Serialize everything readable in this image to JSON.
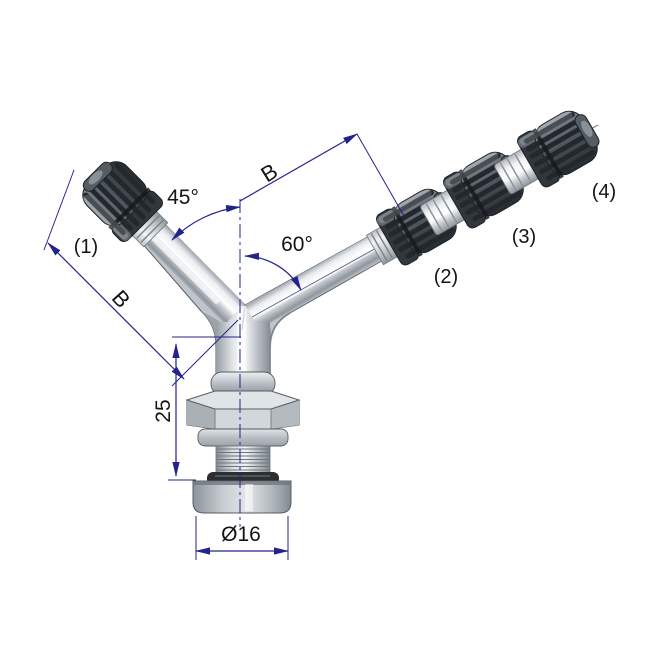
{
  "drawing": {
    "kind": "technical-dimension-drawing",
    "subject": "Y-shaped dual tire valve stem with exploded valve caps",
    "colors": {
      "background": "#ffffff",
      "dimension_line": "#23238E",
      "text": "#141414",
      "chrome_light": "#f2f4f5",
      "chrome_mid": "#9aa2a9",
      "cap_dark": "#2b3035"
    },
    "dimensions": {
      "angle_left": "45°",
      "angle_right": "60°",
      "arm_length_top": "B",
      "arm_length_left": "B",
      "stem_height": "25",
      "base_diameter": "Ø16"
    },
    "parts": [
      {
        "label": "(1)"
      },
      {
        "label": "(2)"
      },
      {
        "label": "(3)"
      },
      {
        "label": "(4)"
      }
    ]
  }
}
